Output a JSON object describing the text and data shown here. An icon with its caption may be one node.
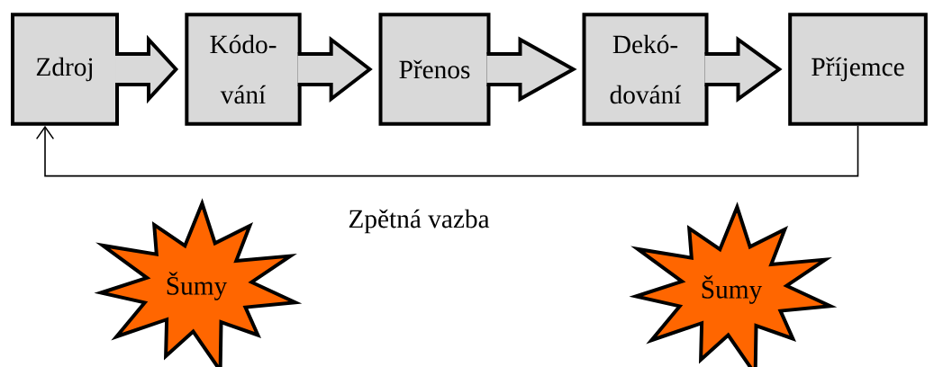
{
  "diagram": {
    "nodes": [
      {
        "text": [
          "Zdroj"
        ]
      },
      {
        "text": [
          "Kódo- vání"
        ]
      },
      {
        "text": [
          "Přenos"
        ]
      },
      {
        "text": [
          "Dekó- dování"
        ]
      },
      {
        "text": [
          "Příjemce"
        ]
      },
      {
        "text": [
          "Šumy"
        ]
      },
      {
        "text": [
          "Šumy"
        ]
      }
    ],
    "edges": [
      {
        "from": 0,
        "to": 1,
        "arrow": "to",
        "style": "thick"
      },
      {
        "from": 1,
        "to": 2,
        "arrow": "to",
        "style": "thick"
      },
      {
        "from": 2,
        "to": 3,
        "arrow": "to",
        "style": "thick"
      },
      {
        "from": 3,
        "to": 4,
        "arrow": "to",
        "style": "thick"
      },
      {
        "from": 4,
        "to": 0,
        "arrow": "to",
        "label": "Zpětná vazba"
      }
    ]
  }
}
